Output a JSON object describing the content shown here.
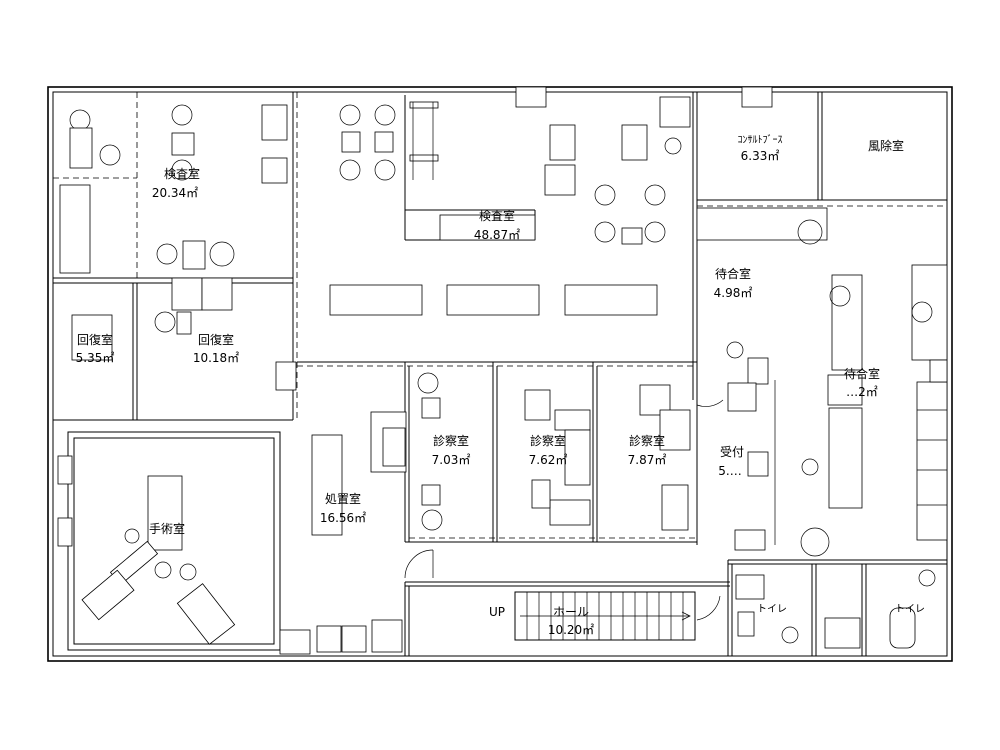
{
  "rooms": [
    {
      "id": "kensa-small",
      "name": "検査室",
      "area": "20.34㎡"
    },
    {
      "id": "kensa-large",
      "name": "検査室",
      "area": "48.87㎡"
    },
    {
      "id": "consult-booth",
      "name": "ｺﾝｻﾙﾄﾌﾞｰｽ",
      "area": "6.33㎡"
    },
    {
      "id": "fujo",
      "name": "風除室",
      "area": ""
    },
    {
      "id": "machiai-small",
      "name": "待合室",
      "area": "4.98㎡"
    },
    {
      "id": "machiai-main",
      "name": "待合室",
      "area": "…2㎡"
    },
    {
      "id": "kaifuku-1",
      "name": "回復室",
      "area": "5.35㎡"
    },
    {
      "id": "kaifuku-2",
      "name": "回復室",
      "area": "10.18㎡"
    },
    {
      "id": "shinsatsu-1",
      "name": "診察室",
      "area": "7.03㎡"
    },
    {
      "id": "shinsatsu-2",
      "name": "診察室",
      "area": "7.62㎡"
    },
    {
      "id": "shinsatsu-3",
      "name": "診察室",
      "area": "7.87㎡"
    },
    {
      "id": "uketsuke",
      "name": "受付",
      "area": "5.…"
    },
    {
      "id": "shochi",
      "name": "処置室",
      "area": "16.56㎡"
    },
    {
      "id": "shujutsu",
      "name": "手術室",
      "area": ""
    },
    {
      "id": "hall",
      "name": "ホール",
      "area": "10.20㎡"
    },
    {
      "id": "toilet-1",
      "name": "トイレ",
      "area": ""
    },
    {
      "id": "toilet-2",
      "name": "トイレ",
      "area": ""
    }
  ],
  "stair_label": "UP"
}
